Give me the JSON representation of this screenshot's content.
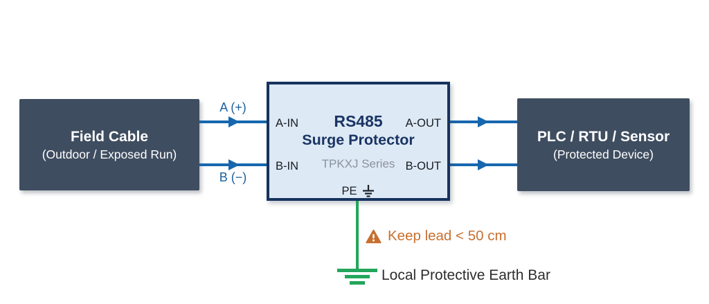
{
  "field_cable": {
    "title": "Field Cable",
    "subtitle": "(Outdoor / Exposed Run)"
  },
  "protector": {
    "title": "RS485",
    "title2": "Surge Protector",
    "series": "TPKXJ Series",
    "port_a_in": "A-IN",
    "port_b_in": "B-IN",
    "port_a_out": "A-OUT",
    "port_b_out": "B-OUT",
    "pe_label": "PE"
  },
  "device": {
    "title": "PLC / RTU / Sensor",
    "subtitle": "(Protected Device)"
  },
  "wires": {
    "a_label": "A (+)",
    "b_label": "B (−)"
  },
  "warning_text": "Keep lead < 50 cm",
  "earth_label": "Local Protective Earth Bar",
  "colors": {
    "box_dark": "#3f4d60",
    "protector_fill": "#dde9f4",
    "protector_border": "#16335e",
    "navy_text": "#1a3464",
    "series_gray": "#8b929c",
    "wire_blue": "#1767ae",
    "wire_label_blue": "#1a5f9e",
    "earth_green": "#23a65b",
    "warning_orange": "#c7702f"
  }
}
